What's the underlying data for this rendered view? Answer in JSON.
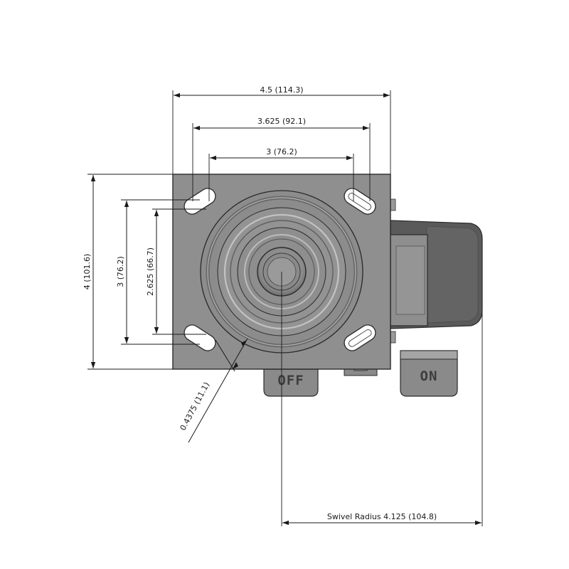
{
  "dimensions": {
    "overall_width": "4.5 (114.3)",
    "outer_hole_spacing": "3.625 (92.1)",
    "inner_hole_spacing": "3 (76.2)",
    "overall_height": "4 (101.6)",
    "hole_spacing_vertical": "3 (76.2)",
    "hole_spacing_vertical_inner": "2.625 (66.7)",
    "bolt_hole_diameter": "0.4375 (11.1)",
    "swivel_radius": "Swivel Radius 4.125 (104.8)"
  },
  "brake_pedals": {
    "off_label": "OFF",
    "on_label": "ON"
  },
  "colors": {
    "plate": "#8f8f8f",
    "raceway": "#9a9a9a",
    "wheel": "#595959",
    "pedal": "#8a8a8a",
    "line": "#1a1a1a"
  }
}
